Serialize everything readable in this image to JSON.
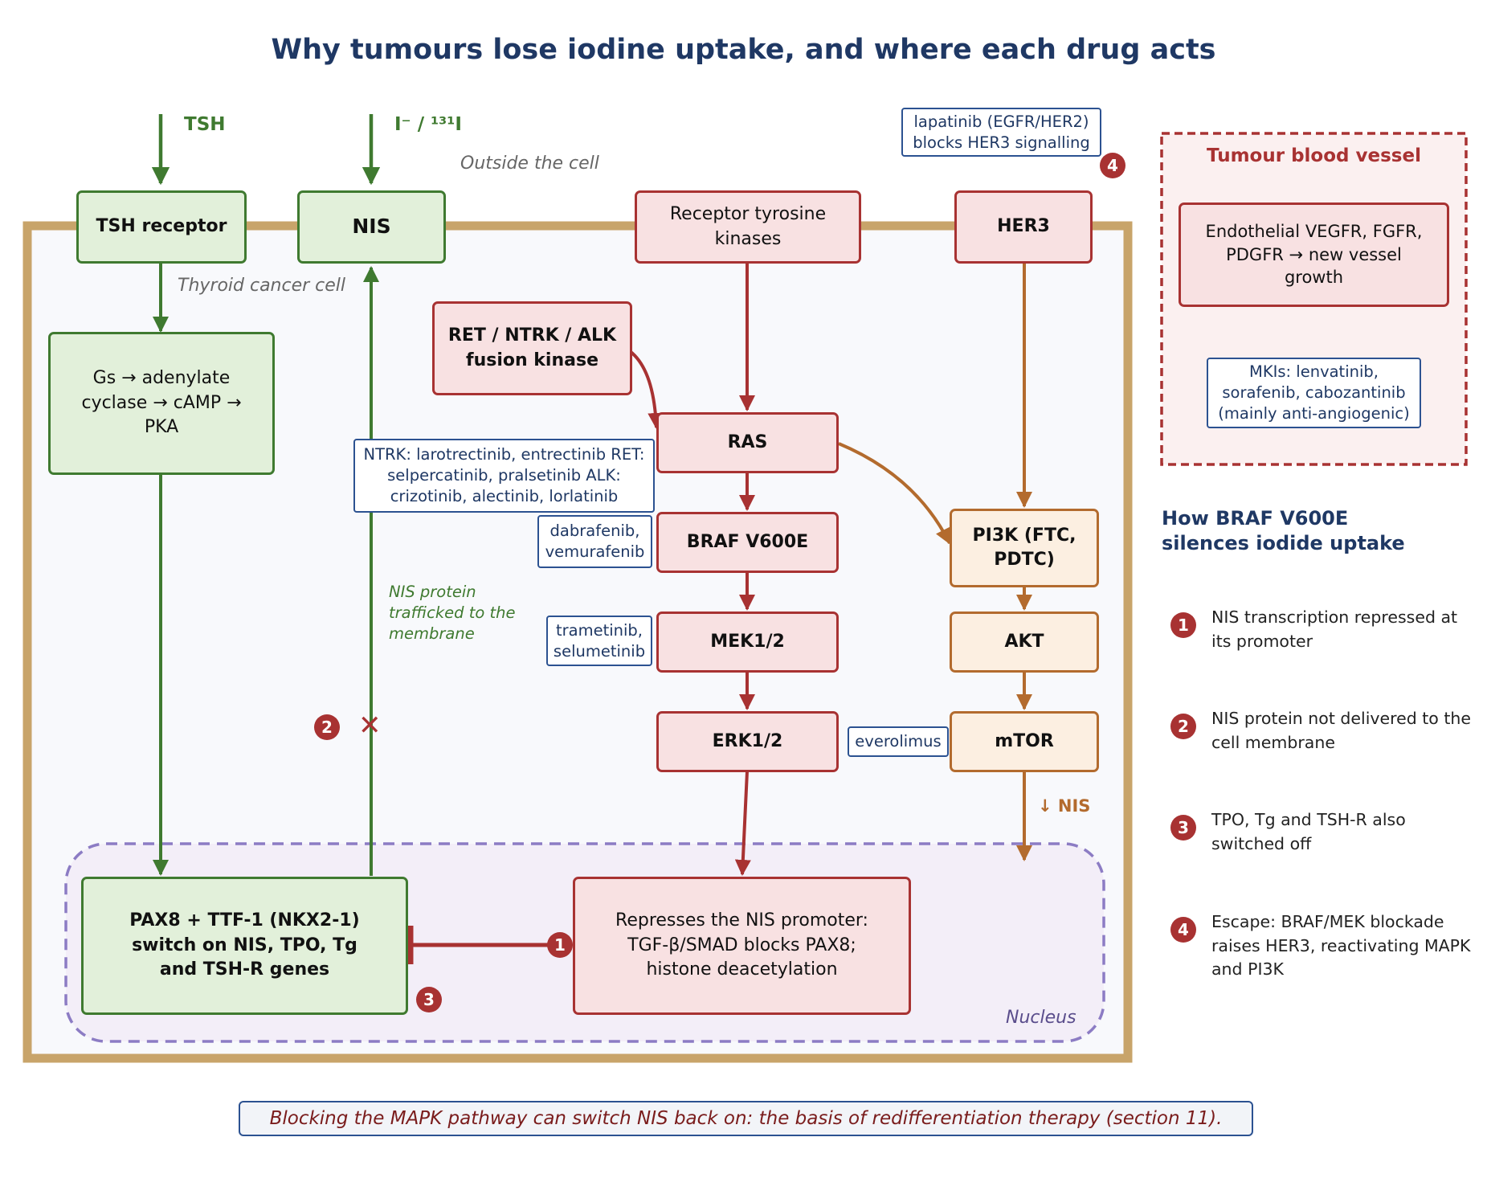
{
  "title": "Why tumours lose iodine uptake, and where each drug acts",
  "labels": {
    "tsh": "TSH",
    "iodide": "I⁻ / ¹³¹I",
    "outside": "Outside the cell",
    "thyroid_cell": "Thyroid cancer cell",
    "nucleus": "Nucleus",
    "nis_trafficked": "NIS protein trafficked to the membrane",
    "down_nis": "↓ NIS",
    "block_mark": "✕"
  },
  "nodes": {
    "tsh_receptor": "TSH receptor",
    "nis": "NIS",
    "rtk": "Receptor tyrosine kinases",
    "her3": "HER3",
    "gs": "Gs → adenylate cyclase → cAMP → PKA",
    "fusion": "RET / NTRK / ALK fusion kinase",
    "ras": "RAS",
    "braf": "BRAF V600E",
    "mek": "MEK1/2",
    "erk": "ERK1/2",
    "pi3k": "PI3K (FTC, PDTC)",
    "akt": "AKT",
    "mtor": "mTOR",
    "pax8": "PAX8 + TTF-1 (NKX2-1) switch on NIS, TPO, Tg and TSH-R genes",
    "repress": "Represses the NIS promoter: TGF-β/SMAD blocks PAX8; histone deacetylation",
    "endothelial": "Endothelial VEGFR, FGFR, PDGFR → new vessel growth"
  },
  "drugs": {
    "lapatinib": "lapatinib (EGFR/HER2) blocks HER3 signalling",
    "fusion_inhibitors": "NTRK: larotrectinib, entrectinib RET: selpercatinib, pralsetinib ALK: crizotinib, alectinib, lorlatinib",
    "braf_inhibitors": "dabrafenib, vemurafenib",
    "mek_inhibitors": "trametinib, selumetinib",
    "mtor_inhibitor": "everolimus",
    "mkis": "MKIs: lenvatinib, sorafenib, cabozantinib (mainly anti-angiogenic)"
  },
  "vessel": {
    "title": "Tumour blood vessel"
  },
  "badges": [
    "1",
    "2",
    "3",
    "4"
  ],
  "legend": {
    "title": "How BRAF V600E silences iodide uptake",
    "items": [
      {
        "num": "1",
        "text": "NIS transcription repressed at its promoter"
      },
      {
        "num": "2",
        "text": "NIS protein not delivered to the cell membrane"
      },
      {
        "num": "3",
        "text": "TPO, Tg and TSH-R also switched off"
      },
      {
        "num": "4",
        "text": "Escape: BRAF/MEK blockade raises HER3, reactivating MAPK and PI3K"
      }
    ]
  },
  "footer": "Blocking the MAPK pathway can switch NIS back on: the basis of redifferentiation therapy (section 11).",
  "colors": {
    "green": "#3f7a30",
    "red": "#a83232",
    "orange": "#b36b2e",
    "navy": "#1f3864",
    "membrane": "#c8a46a",
    "nucleus": "#8c7cc4"
  }
}
